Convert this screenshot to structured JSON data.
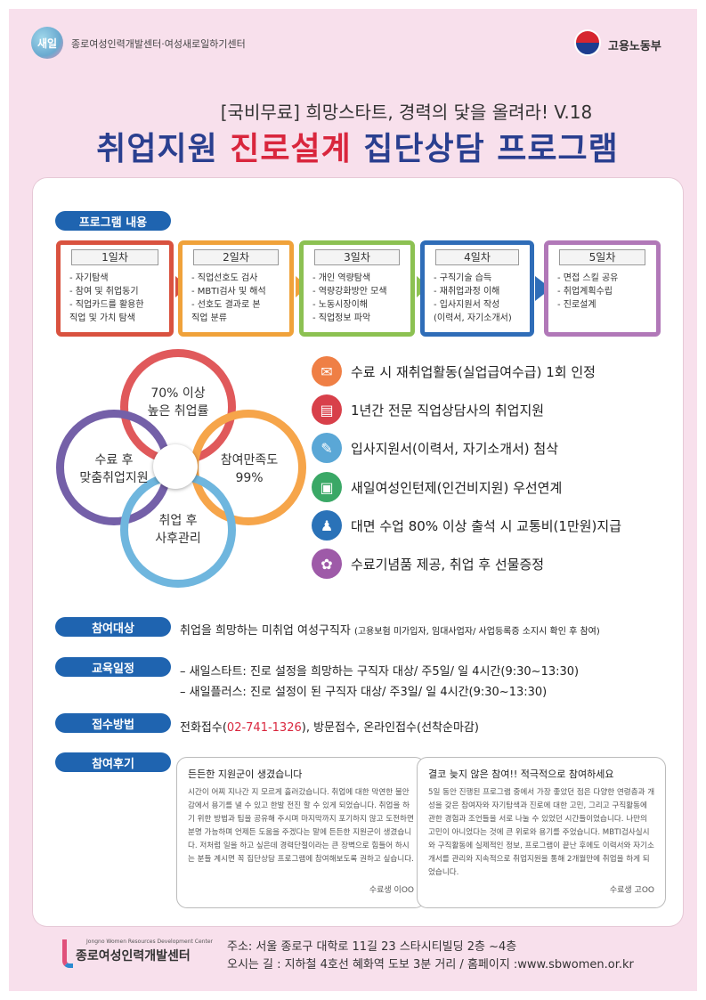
{
  "header": {
    "logo_text": "새일",
    "org_name": "종로여성인력개발센터·여성새로일하기센터",
    "ministry": "고용노동부"
  },
  "title": {
    "subtitle": "[국비무료] 희망스타트, 경력의 닻을 올려라! V.18",
    "main_part1": "취업지원",
    "main_part2": "진로설계",
    "main_part3": "집단상담 프로그램"
  },
  "program": {
    "heading": "프로그램 내용",
    "days": [
      {
        "label": "1일차",
        "items": [
          "- 자기탐색",
          "- 참여 및 취업동기",
          "- 직업카드를 활용한",
          "   직업 및 가치 탐색"
        ],
        "color": "#d9523f"
      },
      {
        "label": "2일차",
        "items": [
          "- 직업선호도 검사",
          "- MBTI검사 및 해석",
          "- 선호도 결과로 본",
          "   직업 분류"
        ],
        "color": "#f0a23a"
      },
      {
        "label": "3일차",
        "items": [
          "- 개인 역량탐색",
          "- 역량강화방안 모색",
          "- 노동시장이해",
          "- 직업정보 파악"
        ],
        "color": "#8cc152"
      },
      {
        "label": "4일차",
        "items": [
          "- 구직기술 습득",
          "- 재취업과정 이해",
          "- 입사지원서 작성",
          "  (이력서, 자기소개서)"
        ],
        "color": "#2f6db8"
      },
      {
        "label": "5일차",
        "items": [
          "- 면접 스킬 공유",
          "- 취업계획수립",
          "- 진로설계"
        ],
        "color": "#b178b8"
      }
    ]
  },
  "circles": [
    {
      "text1": "70% 이상",
      "text2": "높은 취업률",
      "color": "#e0595b"
    },
    {
      "text1": "참여만족도",
      "text2": "99%",
      "color": "#f6a54a"
    },
    {
      "text1": "취업 후",
      "text2": "사후관리",
      "color": "#6fb6de"
    },
    {
      "text1": "수료 후",
      "text2": "맞춤취업지원",
      "color": "#7460a8"
    }
  ],
  "benefits": [
    {
      "text": "수료 시 재취업활동(실업급여수급) 1회 인정",
      "icon": "envelope-icon",
      "color": "#ef7f45"
    },
    {
      "text": "1년간 전문 직업상담사의 취업지원",
      "icon": "book-icon",
      "color": "#d8404a"
    },
    {
      "text": "입사지원서(이력서, 자기소개서) 첨삭",
      "icon": "pen-icon",
      "color": "#5aa7d6"
    },
    {
      "text": "새일여성인턴제(인건비지원) 우선연계",
      "icon": "computer-icon",
      "color": "#3aa866"
    },
    {
      "text": "대면 수업 80% 이상 출석 시 교통비(1만원)지급",
      "icon": "person-icon",
      "color": "#2a72b8"
    },
    {
      "text": "수료기념품 제공, 취업 후 선물증정",
      "icon": "gift-icon",
      "color": "#9e5aa8"
    }
  ],
  "target": {
    "label": "참여대상",
    "text": "취업을 희망하는 미취업 여성구직자",
    "note": "(고용보험 미가입자, 임대사업자/ 사업등록증 소지시 확인 후 참여)"
  },
  "schedule": {
    "label": "교육일정",
    "line1": "– 새일스타트: 진로 설정을 희망하는 구직자 대상/ 주5일/ 일 4시간(9:30~13:30)",
    "line2": "– 새일플러스: 진로 설정이 된 구직자 대상/ 주3일/ 일 4시간(9:30~13:30)"
  },
  "apply": {
    "label": "접수방법",
    "prefix": "전화접수(",
    "phone": "02-741-1326",
    "suffix": "), 방문접수, 온라인접수(선착순마감)"
  },
  "reviews": {
    "label": "참여후기",
    "items": [
      {
        "title": "든든한 지원군이 생겼습니다",
        "body": "시간이 어찌 지나간 지 모르게 흘러갔습니다. 취업에 대한 막연한 불안감에서 용기를 낼 수 있고 한발 전진 할 수 있게 되었습니다. 취업을 하기 위한 방법과 팁을 공유해 주시며 마지막까지 포기하지 않고 도전하면 분명 가능하며 언제든 도움을 주겠다는 말에 든든한 지원군이 생겼습니다. 저처럼 일을 하고 싶은데 경력단절이라는 큰 장벽으로 힘들어 하시는 분들 계시면 꼭 집단상담 프로그램에 참여해보도록 권하고 싶습니다.",
        "sign": "수료생 이OO"
      },
      {
        "title": "결코 늦지 않은 참여!! 적극적으로 참여하세요",
        "body": "5일 동안 진행된 프로그램 중에서 가장 좋았던 점은 다양한 연령층과 개성을 갖은 참여자와 자기탐색과 진로에 대한 고민, 그리고 구직활동에 관한 경험과 조언들을 서로 나눌 수 있었던 시간들이었습니다. 나만의 고민이 아니었다는 것에 큰 위로와 용기를 주었습니다. MBTI검사실시와 구직활동에 실제적인 정보, 프로그램이 끝난 후에도 이력서와 자기소개서를 관리와 지속적으로 취업지원을 통해 2개월만에 취업을 하게 되었습니다.",
        "sign": "수료생 고OO"
      }
    ]
  },
  "footer": {
    "logo_en": "Jongno Women Resources Development Center",
    "logo_ko": "종로여성인력개발센터",
    "address": "주소: 서울 종로구 대학로 11길 23 스타시티빌딩 2층 ~4층",
    "directions": "오시는 길 : 지하철 4호선 혜화역 도보 3분 거리 / 홈페이지 :www.sbwomen.or.kr"
  }
}
